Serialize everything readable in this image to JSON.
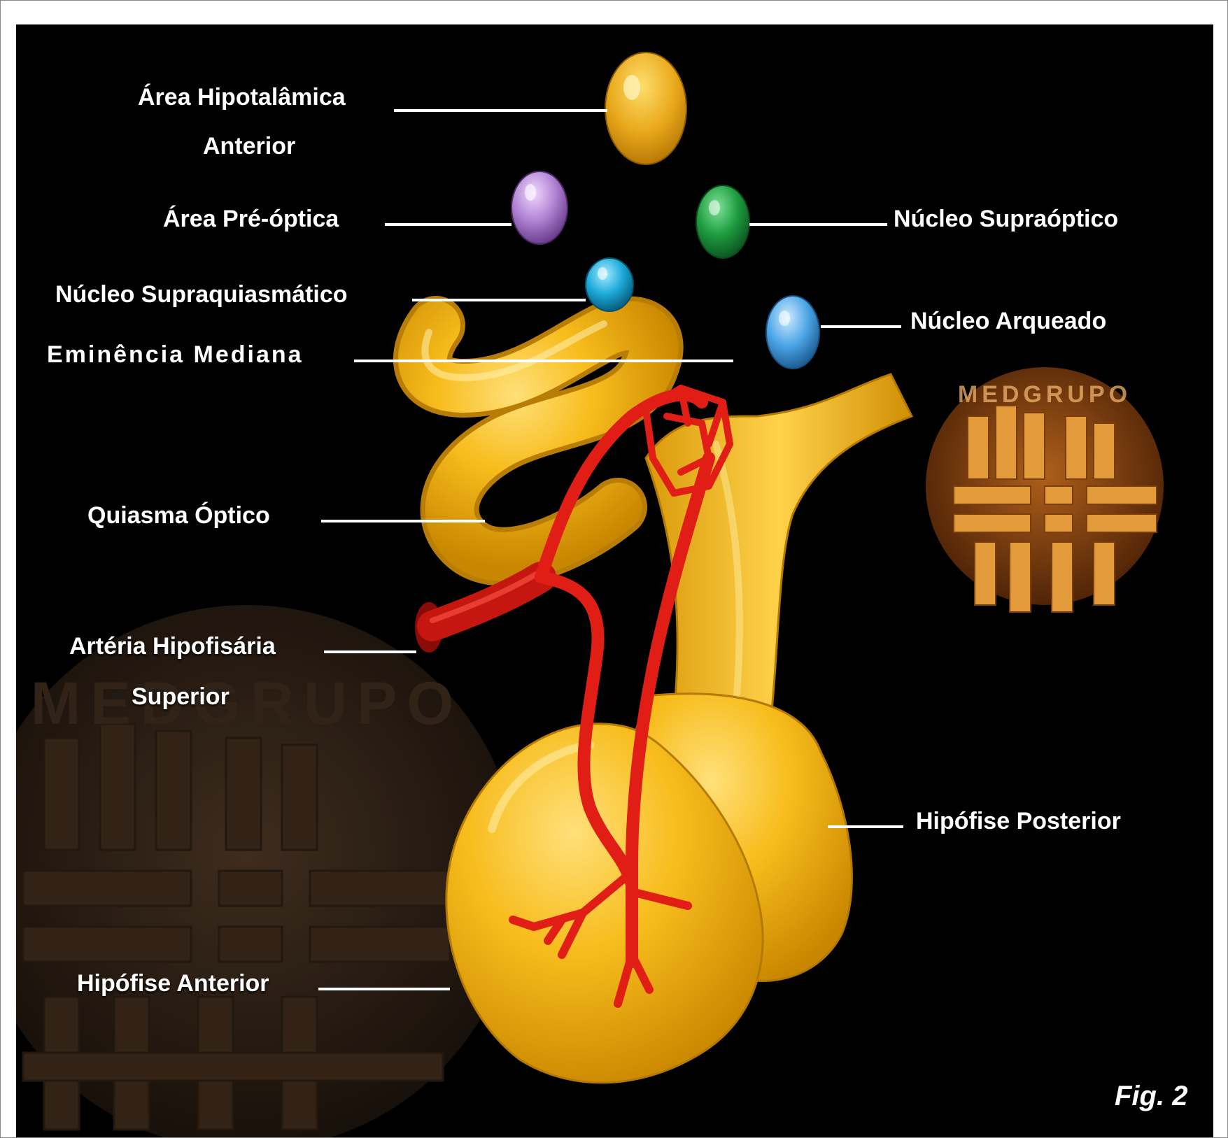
{
  "labels": {
    "area_hipotalamica_anterior_line1": "Área Hipotalâmica",
    "area_hipotalamica_anterior_line2": "Anterior",
    "area_pre_optica": "Área Pré-óptica",
    "nucleo_supraoptico": "Núcleo Supraóptico",
    "nucleo_supraquiasmatico": "Núcleo Supraquiasmático",
    "nucleo_arqueado": "Núcleo Arqueado",
    "eminencia_mediana": "Eminência Mediana",
    "quiasma_optico": "Quiasma Óptico",
    "arteria_hipofisaria_superior_line1": "Artéria Hipofisária",
    "arteria_hipofisaria_superior_line2": "Superior",
    "hipofise_posterior": "Hipófise Posterior",
    "hipofise_anterior": "Hipófise Anterior"
  },
  "watermark_text": "MEDGRUPO",
  "figure_label": "Fig. 2",
  "colors": {
    "background": "#000000",
    "frame": "#ffffff",
    "gland_yellow": "#f2b516",
    "artery_red": "#e01e16",
    "area_hipotalamica_anterior": "#e8a820",
    "area_pre_optica": "#b07fd0",
    "nucleo_supraoptico": "#1e9a3e",
    "nucleo_supraquiasmatico": "#1aa8d6",
    "nucleo_arqueado": "#4aa6e6",
    "leader_lines": "#ffffff"
  }
}
